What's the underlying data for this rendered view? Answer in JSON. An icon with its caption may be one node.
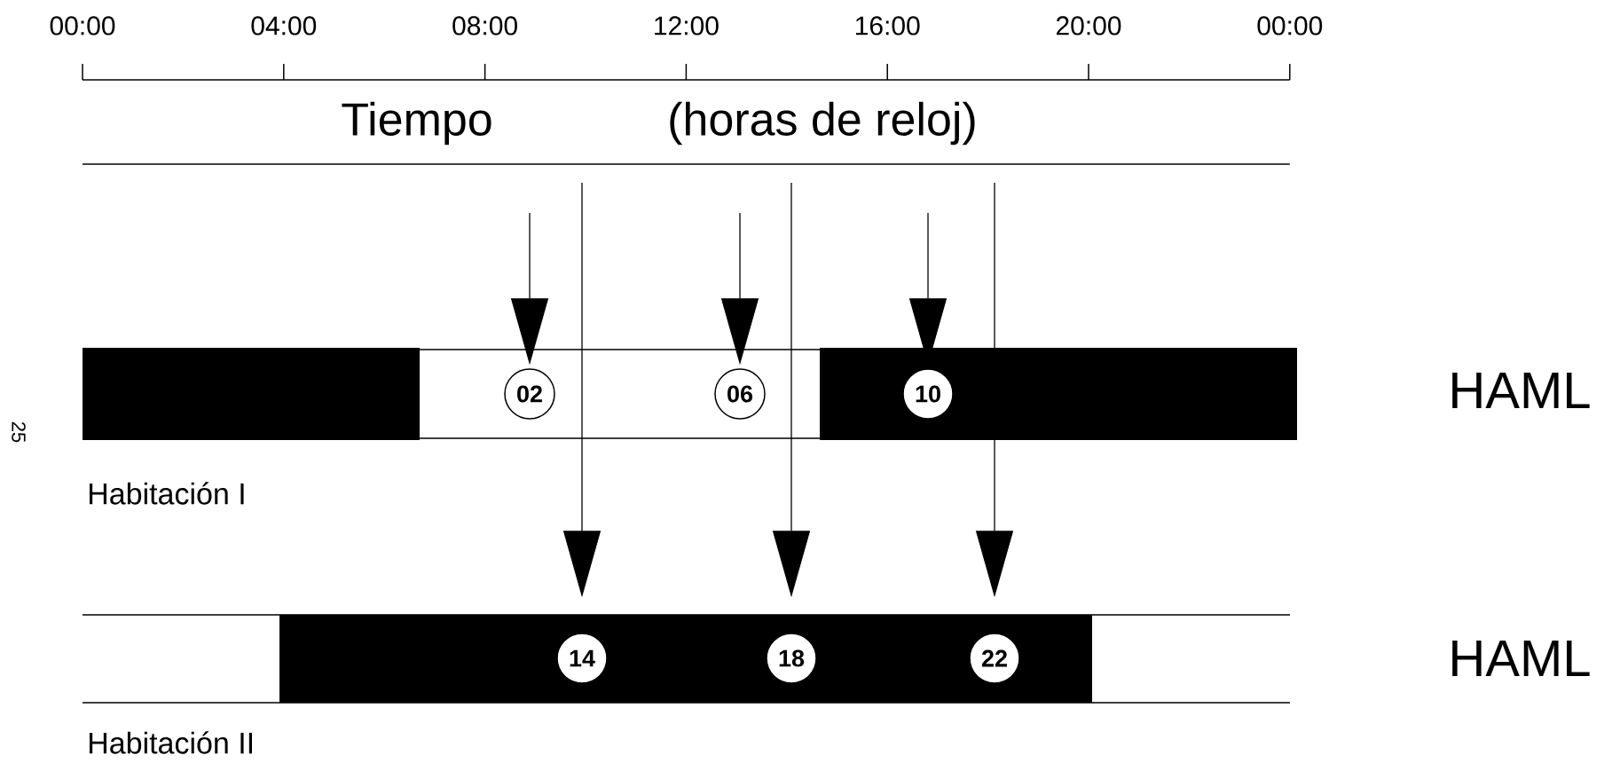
{
  "diagram": {
    "nodes": [
      {
        "text": [
          "02"
        ]
      },
      {
        "text": [
          "06"
        ]
      },
      {
        "text": [
          "10"
        ]
      },
      {
        "text": [
          "14"
        ]
      },
      {
        "text": [
          "18"
        ]
      },
      {
        "text": [
          "22"
        ]
      }
    ],
    "edges": [
      {
        "from": null,
        "to": 0,
        "arrow": "to"
      },
      {
        "from": null,
        "to": 1,
        "arrow": "to"
      },
      {
        "from": null,
        "to": 2,
        "arrow": "to"
      },
      {
        "from": null,
        "to": 3,
        "arrow": "to"
      },
      {
        "from": null,
        "to": 4,
        "arrow": "to"
      },
      {
        "from": null,
        "to": 5,
        "arrow": "to"
      }
    ],
    "labels": [
      "00:00",
      "04:00",
      "08:00",
      "12:00",
      "16:00",
      "20:00",
      "00:00",
      "Tiempo",
      "(horas de reloj)",
      "HAML",
      "25",
      "Habitación I",
      "HAML",
      "Habitación II"
    ]
  }
}
